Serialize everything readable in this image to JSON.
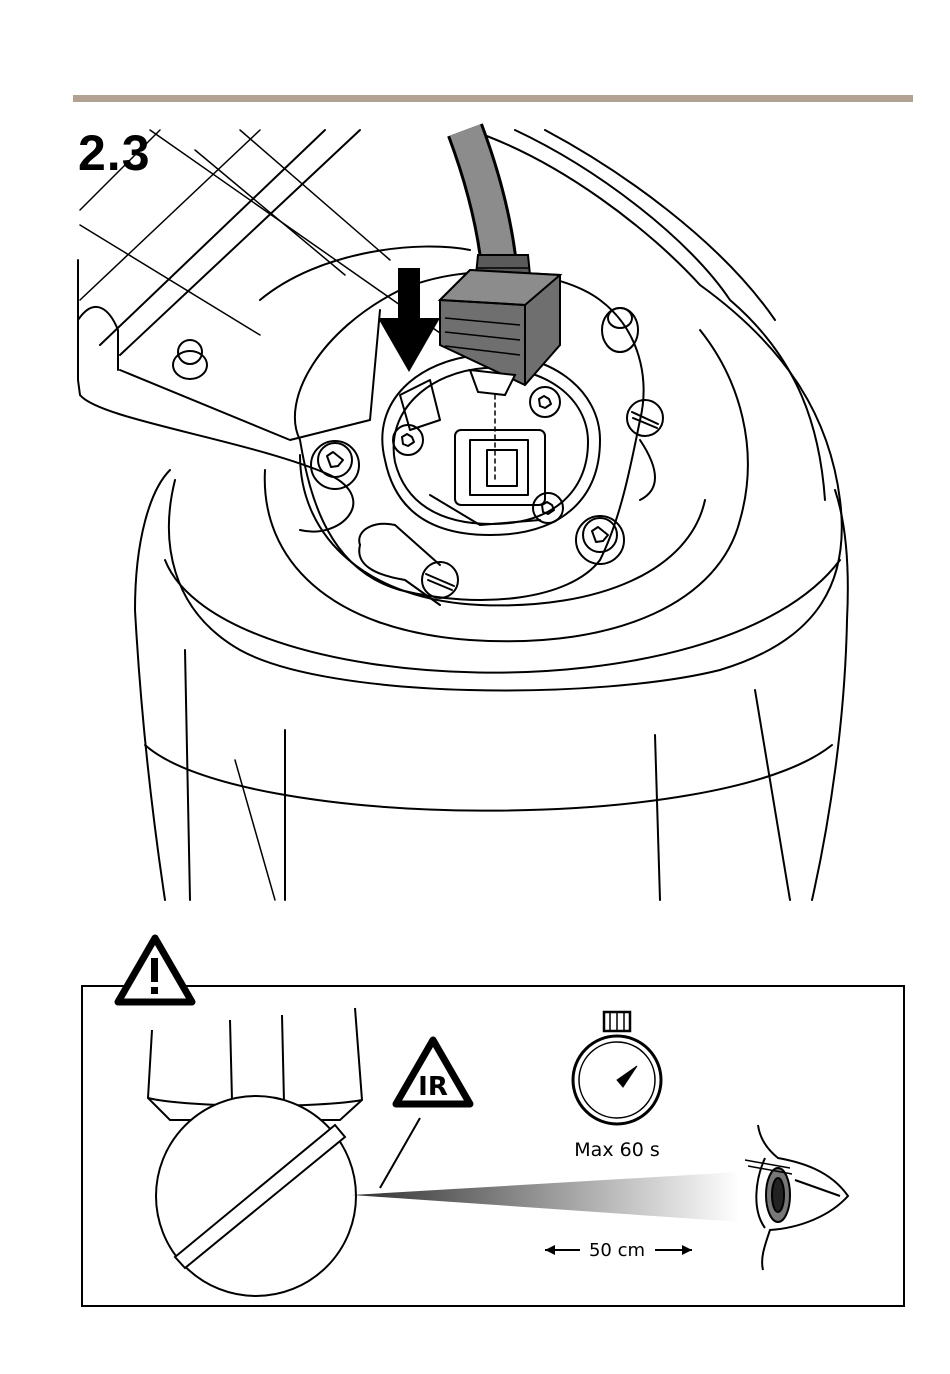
{
  "header": {
    "step": "2.3",
    "rule_color": "#b1a291"
  },
  "warning": {
    "ir_symbol": "IR",
    "timer_label": "Max 60 s",
    "distance_label": "50 cm",
    "icons": [
      "warning-triangle-icon",
      "ir-triangle-icon",
      "stopwatch-icon",
      "eye-icon"
    ]
  }
}
